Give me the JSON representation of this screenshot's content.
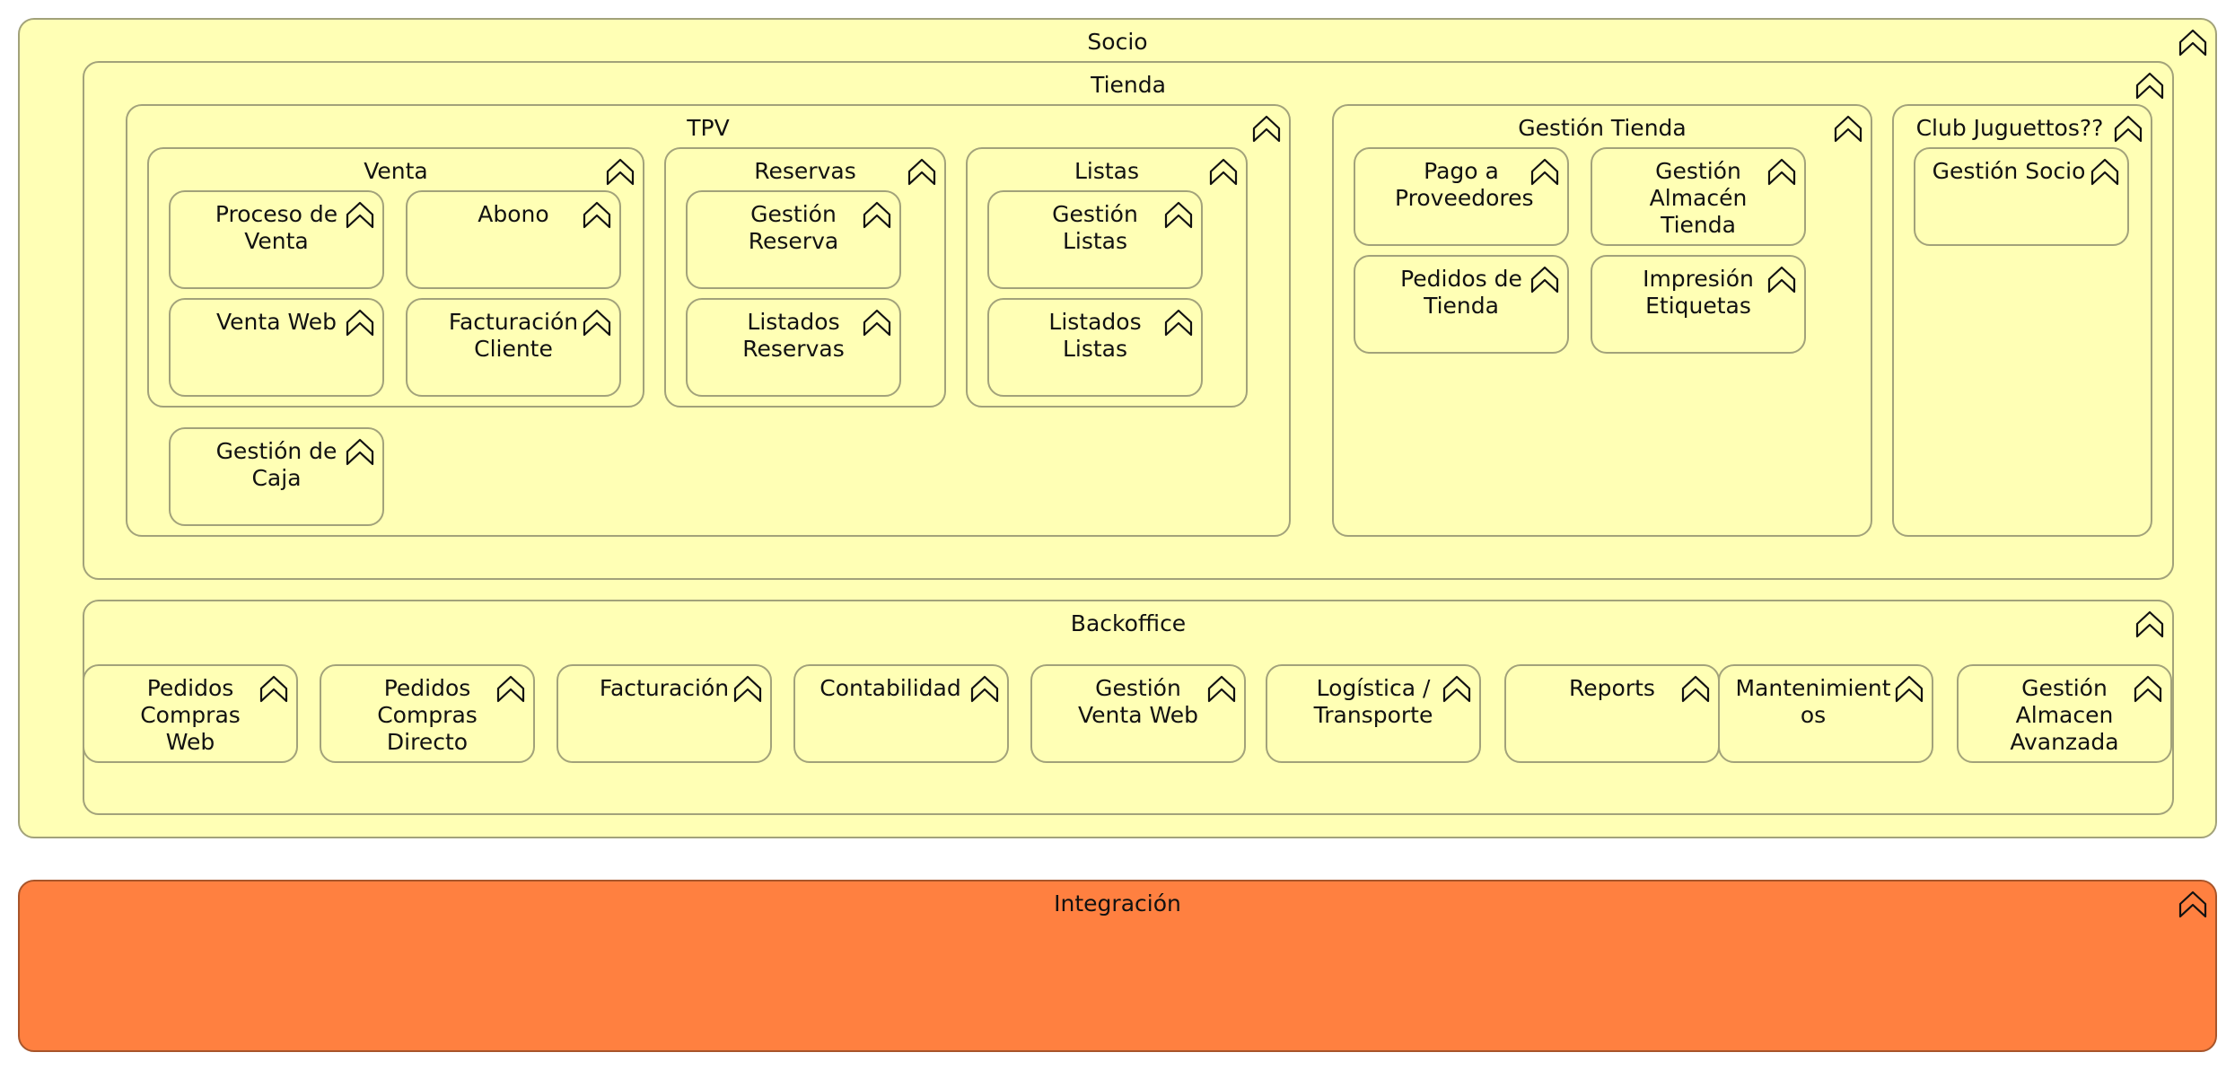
{
  "icon": "capability-icon",
  "colors": {
    "fill": "#ffffb5",
    "border": "#a2a27a",
    "integration_fill": "#ff8040"
  },
  "socio": {
    "label": "Socio"
  },
  "tienda": {
    "label": "Tienda"
  },
  "tpv": {
    "label": "TPV"
  },
  "venta": {
    "label": "Venta"
  },
  "proceso_venta": {
    "label": "Proceso de\nVenta"
  },
  "abono": {
    "label": "Abono"
  },
  "venta_web": {
    "label": "Venta Web"
  },
  "facturacion_cliente": {
    "label": "Facturación\nCliente"
  },
  "reservas": {
    "label": "Reservas"
  },
  "gestion_reserva": {
    "label": "Gestión\nReserva"
  },
  "listados_reservas": {
    "label": "Listados\nReservas"
  },
  "listas": {
    "label": "Listas"
  },
  "gestion_listas": {
    "label": "Gestión\nListas"
  },
  "listados_listas": {
    "label": "Listados\nListas"
  },
  "gestion_caja": {
    "label": "Gestión de\nCaja"
  },
  "gestion_tienda": {
    "label": "Gestión Tienda"
  },
  "pago_proveedores": {
    "label": "Pago a\nProveedores"
  },
  "gestion_almacen_tienda": {
    "label": "Gestión\nAlmacén\nTienda"
  },
  "pedidos_tienda": {
    "label": "Pedidos de\nTienda"
  },
  "impresion_etiquetas": {
    "label": "Impresión\nEtiquetas"
  },
  "club": {
    "label": "Club Juguettos??"
  },
  "gestion_socio": {
    "label": "Gestión Socio"
  },
  "backoffice": {
    "label": "Backoffice"
  },
  "pedidos_compras_web": {
    "label": "Pedidos\nCompras\nWeb"
  },
  "pedidos_compras_directo": {
    "label": "Pedidos\nCompras\nDirecto"
  },
  "facturacion": {
    "label": "Facturación"
  },
  "contabilidad": {
    "label": "Contabilidad"
  },
  "gestion_venta_web": {
    "label": "Gestión\nVenta Web"
  },
  "logistica": {
    "label": "Logística /\nTransporte"
  },
  "reports": {
    "label": "Reports"
  },
  "mantenimientos": {
    "label": "Mantenimient\nos"
  },
  "gestion_almacen_avanzada": {
    "label": "Gestión\nAlmacen\nAvanzada"
  },
  "integracion": {
    "label": "Integración"
  }
}
